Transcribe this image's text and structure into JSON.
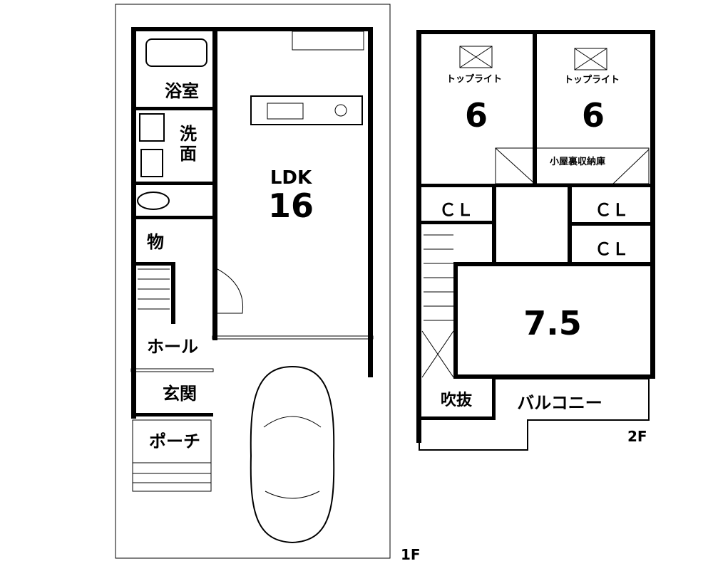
{
  "floor1": {
    "label": "1F",
    "rooms": {
      "bath": "浴室",
      "washroom_1": "洗",
      "washroom_2": "面",
      "storage": "物",
      "hall": "ホール",
      "entrance": "玄関",
      "porch": "ポーチ",
      "ldk_label": "LDK",
      "ldk_size": "16"
    }
  },
  "floor2": {
    "label": "2F",
    "rooms": {
      "bedroom_left_size": "6",
      "bedroom_right_size": "6",
      "skylight_left": "トップライト",
      "skylight_right": "トップライト",
      "attic_storage": "小屋裏収納庫",
      "closet_left": "ＣＬ",
      "closet_right_upper": "ＣＬ",
      "closet_right_lower": "ＣＬ",
      "bedroom_main_size": "7.5",
      "void": "吹抜",
      "balcony": "バルコニー"
    }
  }
}
